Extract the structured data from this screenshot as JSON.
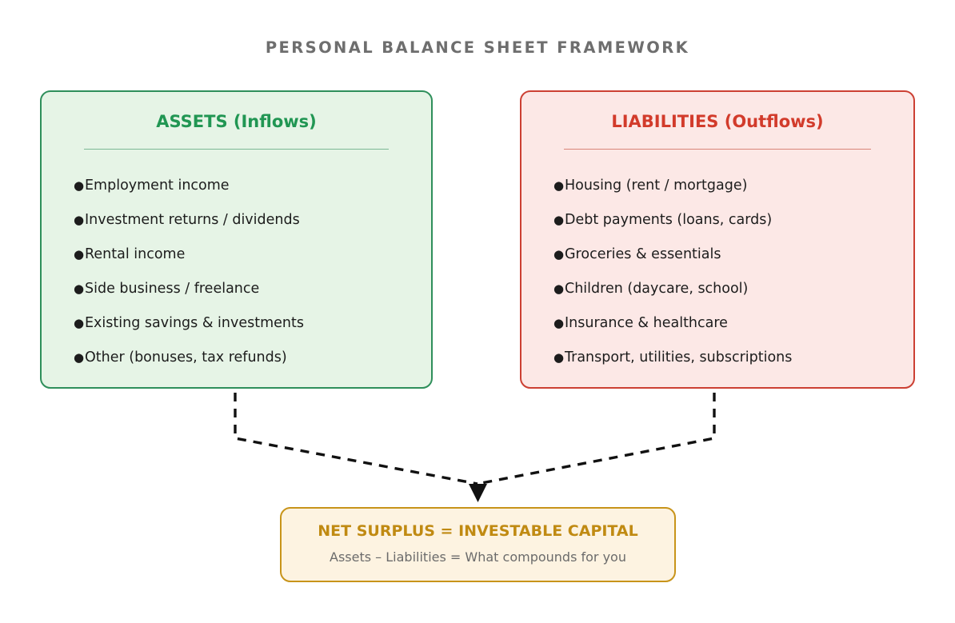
{
  "title": "PERSONAL BALANCE SHEET FRAMEWORK",
  "colors": {
    "title_text": "#6e6e6e",
    "assets_border": "#2f8f5b",
    "assets_fill": "#e6f4e6",
    "assets_heading": "#219653",
    "assets_divider": "#7bb894",
    "liabilities_border": "#cc4033",
    "liabilities_fill": "#fce8e6",
    "liabilities_heading": "#d23b2b",
    "liabilities_divider": "#d98478",
    "summary_border": "#c8941a",
    "summary_fill": "#fdf3e1",
    "summary_heading": "#c08a12",
    "summary_subtext": "#6b6b6b",
    "connector": "#111111",
    "bullet_text": "#1c1c1c"
  },
  "assets": {
    "heading": "ASSETS (Inflows)",
    "bullet_glyph": "●",
    "items": [
      "Employment income",
      "Investment returns / dividends",
      "Rental income",
      "Side business / freelance",
      "Existing savings & investments",
      "Other (bonuses, tax refunds)"
    ]
  },
  "liabilities": {
    "heading": "LIABILITIES (Outflows)",
    "bullet_glyph": "●",
    "items": [
      "Housing (rent / mortgage)",
      "Debt payments (loans, cards)",
      "Groceries & essentials",
      "Children (daycare, school)",
      "Insurance & healthcare",
      "Transport, utilities, subscriptions"
    ]
  },
  "summary": {
    "title": "NET SURPLUS = INVESTABLE CAPITAL",
    "subtitle": "Assets – Liabilities = What compounds for you"
  },
  "connector": {
    "style": "dashed",
    "arrow": "down-triangle"
  }
}
